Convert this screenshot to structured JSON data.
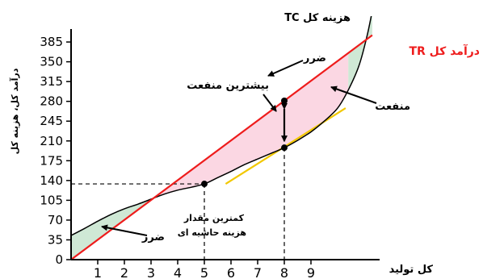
{
  "chart_data": {
    "type": "line",
    "ylabel": "درآمد کل، هزینه کل",
    "xlabel": "کل تولید",
    "x_ticks": [
      0,
      1,
      2,
      3,
      4,
      5,
      6,
      7,
      8,
      9
    ],
    "y_ticks": [
      0,
      35,
      70,
      105,
      140,
      175,
      210,
      245,
      280,
      315,
      350,
      385
    ],
    "x_tick_labels": [
      "0",
      "1",
      "2",
      "3",
      "4",
      "5",
      "6",
      "7",
      "8",
      "9"
    ],
    "y_tick_labels": [
      "0",
      "35",
      "70",
      "105",
      "140",
      "175",
      "210",
      "245",
      "280",
      "315",
      "350",
      "385"
    ],
    "xlim": [
      0,
      11.3
    ],
    "ylim": [
      0,
      440
    ],
    "series": [
      {
        "name": "درآمد کل TR",
        "color": "#ee1c1c",
        "x": [
          0,
          11.3
        ],
        "y": [
          0,
          397
        ]
      },
      {
        "name": "هزینه کل TC",
        "color": "#000000",
        "x": [
          -0.2,
          0.5,
          1,
          1.5,
          2,
          2.5,
          3,
          3.5,
          4,
          4.5,
          5,
          5.5,
          6,
          6.5,
          7,
          7.5,
          8,
          8.5,
          9,
          9.5,
          10,
          10.4,
          10.8,
          11.1,
          11.3
        ],
        "y": [
          38,
          55,
          68,
          80,
          90,
          98,
          107,
          116,
          123,
          128,
          134,
          145,
          156,
          168,
          178,
          188,
          198,
          211,
          226,
          245,
          268,
          300,
          343,
          395,
          440
        ]
      }
    ],
    "tangent": {
      "color": "#f2c800",
      "x": [
        5.8,
        10.3
      ],
      "y": [
        134,
        268
      ]
    },
    "regions": [
      {
        "kind": "loss",
        "color": "#cfe8d5",
        "x_range": [
          0,
          3
        ]
      },
      {
        "kind": "profit",
        "color": "#fbd7e3",
        "x_range": [
          3,
          10.4
        ]
      },
      {
        "kind": "loss",
        "color": "#cfe8d5",
        "x_range": [
          10.4,
          11.3
        ]
      }
    ],
    "points": [
      {
        "x": 5,
        "y": 134
      },
      {
        "x": 8,
        "y": 198
      },
      {
        "x": 8,
        "y": 281
      }
    ],
    "guides": [
      {
        "from": [
          0,
          134
        ],
        "to": [
          5,
          134
        ]
      },
      {
        "from": [
          5,
          134
        ],
        "to": [
          5,
          0
        ]
      },
      {
        "from": [
          8,
          198
        ],
        "to": [
          8,
          0
        ]
      }
    ],
    "annotations": {
      "tc_label": "هزینه کل TC",
      "tr_label": "درآمد کل TR",
      "loss_top": "ضرر",
      "loss_left": "ضرر",
      "profit": "منفعت",
      "max_profit": "بیشترین منفعت",
      "min_mc_line1": "کمترین مقدار",
      "min_mc_line2": "هزینه حاشیه ای"
    }
  }
}
